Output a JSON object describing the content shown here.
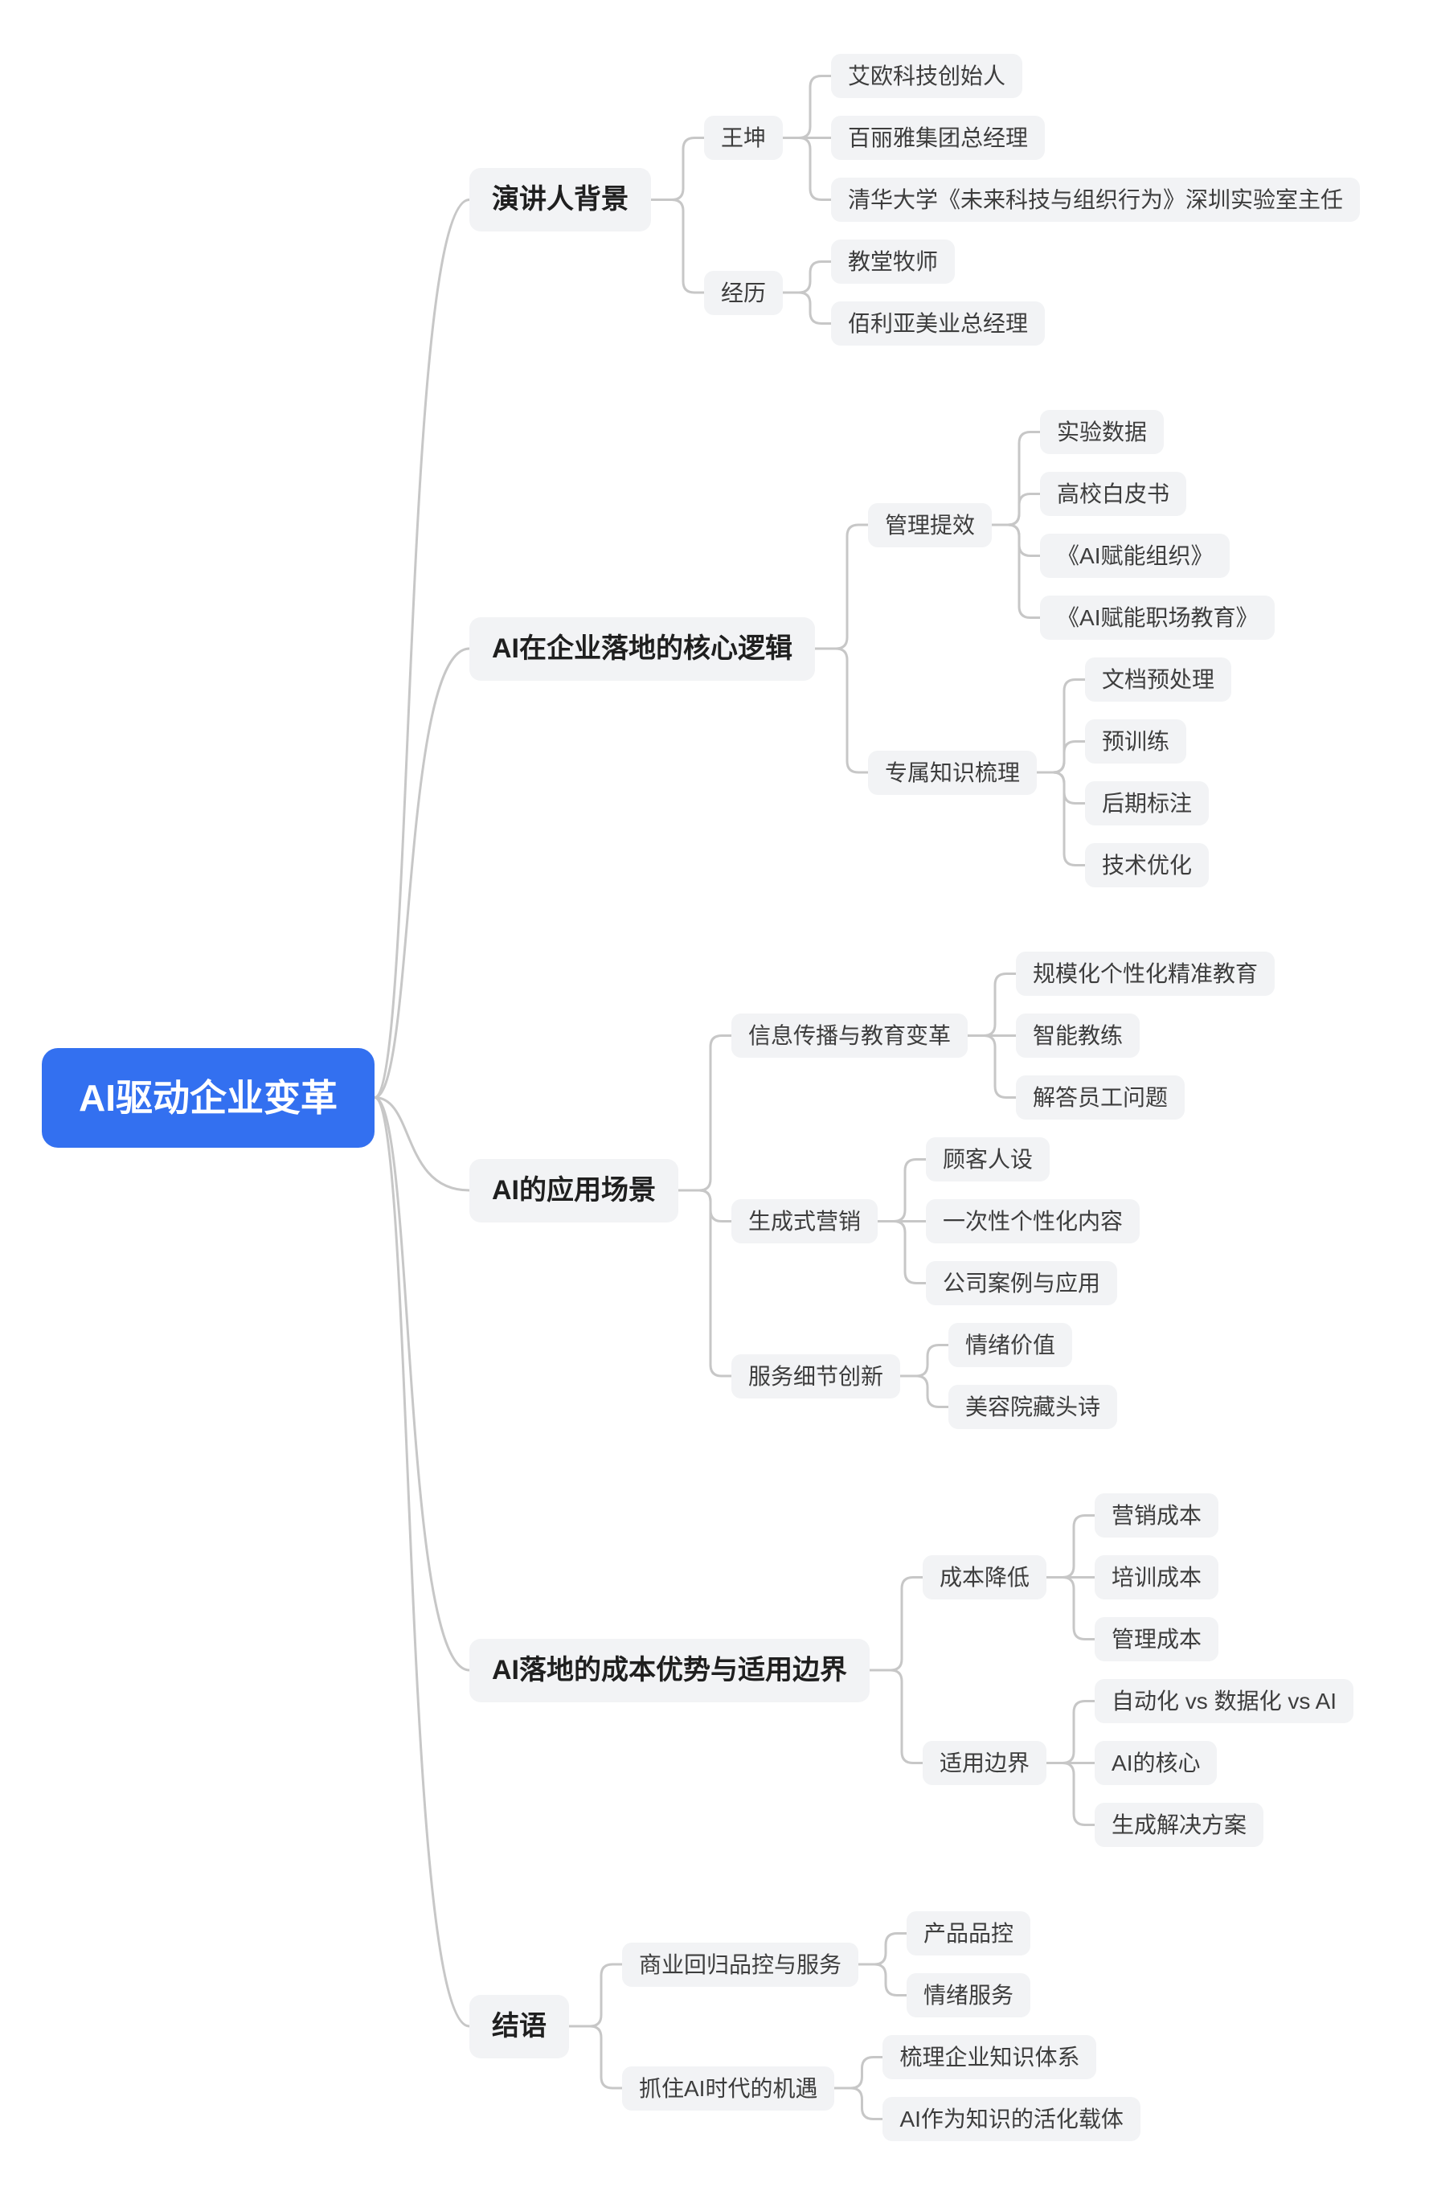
{
  "colors": {
    "root_bg": "#3370F0",
    "root_text": "#FFFFFF",
    "node_bg": "#F2F3F5",
    "node_text": "#3D3D3D",
    "branch_text": "#1F1F1F",
    "connector": "#C7C7C7",
    "canvas_bg": "#FFFFFF"
  },
  "root": {
    "label": "AI驱动企业变革",
    "children": [
      {
        "label": "演讲人背景",
        "children": [
          {
            "label": "王坤",
            "children": [
              {
                "label": "艾欧科技创始人"
              },
              {
                "label": "百丽雅集团总经理"
              },
              {
                "label": "清华大学《未来科技与组织行为》深圳实验室主任"
              }
            ]
          },
          {
            "label": "经历",
            "children": [
              {
                "label": "教堂牧师"
              },
              {
                "label": "佰利亚美业总经理"
              }
            ]
          }
        ]
      },
      {
        "label": "AI在企业落地的核心逻辑",
        "children": [
          {
            "label": "管理提效",
            "children": [
              {
                "label": "实验数据"
              },
              {
                "label": "高校白皮书"
              },
              {
                "label": "《AI赋能组织》"
              },
              {
                "label": "《AI赋能职场教育》"
              }
            ]
          },
          {
            "label": "专属知识梳理",
            "children": [
              {
                "label": "文档预处理"
              },
              {
                "label": "预训练"
              },
              {
                "label": "后期标注"
              },
              {
                "label": "技术优化"
              }
            ]
          }
        ]
      },
      {
        "label": "AI的应用场景",
        "children": [
          {
            "label": "信息传播与教育变革",
            "children": [
              {
                "label": "规模化个性化精准教育"
              },
              {
                "label": "智能教练"
              },
              {
                "label": "解答员工问题"
              }
            ]
          },
          {
            "label": "生成式营销",
            "children": [
              {
                "label": "顾客人设"
              },
              {
                "label": "一次性个性化内容"
              },
              {
                "label": "公司案例与应用"
              }
            ]
          },
          {
            "label": "服务细节创新",
            "children": [
              {
                "label": "情绪价值"
              },
              {
                "label": "美容院藏头诗"
              }
            ]
          }
        ]
      },
      {
        "label": "AI落地的成本优势与适用边界",
        "children": [
          {
            "label": "成本降低",
            "children": [
              {
                "label": "营销成本"
              },
              {
                "label": "培训成本"
              },
              {
                "label": "管理成本"
              }
            ]
          },
          {
            "label": "适用边界",
            "children": [
              {
                "label": "自动化 vs 数据化 vs AI"
              },
              {
                "label": "AI的核心"
              },
              {
                "label": "生成解决方案"
              }
            ]
          }
        ]
      },
      {
        "label": "结语",
        "children": [
          {
            "label": "商业回归品控与服务",
            "children": [
              {
                "label": "产品品控"
              },
              {
                "label": "情绪服务"
              }
            ]
          },
          {
            "label": "抓住AI时代的机遇",
            "children": [
              {
                "label": "梳理企业知识体系"
              },
              {
                "label": "AI作为知识的活化载体"
              }
            ]
          }
        ]
      }
    ]
  }
}
